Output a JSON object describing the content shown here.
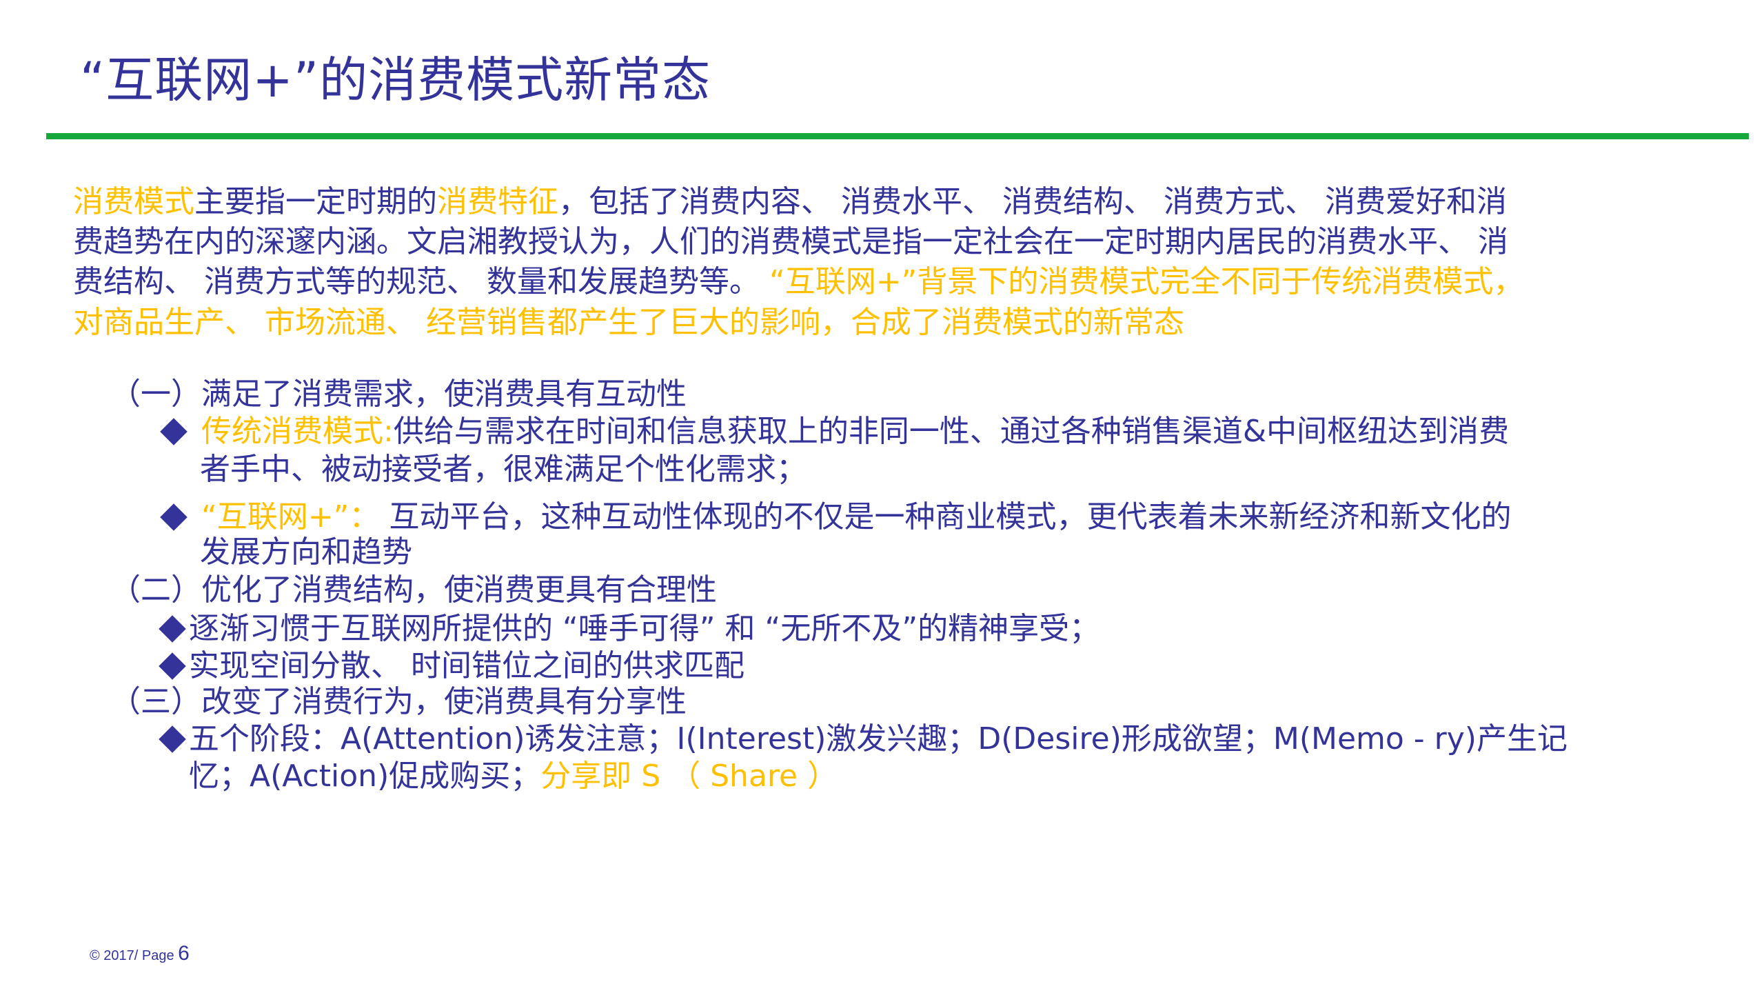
{
  "slide": {
    "title": "“互联网+”的消费模式新常态",
    "colors": {
      "primary": "#333399",
      "accent": "#ffc000",
      "rule": "#16a83c",
      "background": "#ffffff"
    },
    "intro": {
      "lines": [
        [
          {
            "text": "消费模式",
            "tone": "gold"
          },
          {
            "text": "主要指一定时期的",
            "tone": "navy"
          },
          {
            "text": "消费特征",
            "tone": "gold"
          },
          {
            "text": "，包括了消费内容、 消费水平、 消费结构、 消费方式、 消费爱好和消",
            "tone": "navy"
          }
        ],
        [
          {
            "text": "费趋势在内的深邃内涵。文启湘教授认为，人们的消费模式是指一定社会在一定时期内居民的消费水平、 消",
            "tone": "navy"
          }
        ],
        [
          {
            "text": "费结构、 消费方式等的规范、 数量和发展趋势等。 ",
            "tone": "navy"
          },
          {
            "text": "“互联网+”背景下的消费模式完全不同于传统消费模式，",
            "tone": "gold"
          }
        ],
        [
          {
            "text": "对商品生产、 市场流通、 经营销售都产生了巨大的影响，合成了消费模式的新常态",
            "tone": "gold"
          }
        ]
      ]
    },
    "sections": [
      {
        "heading": "（一）满足了消费需求，使消费具有互动性",
        "bullets": [
          {
            "lines": [
              [
                {
                  "text": " 传统消费模式:",
                  "tone": "gold"
                },
                {
                  "text": "供给与需求在时间和信息获取上的非同一性、通过各种销售渠道&中间枢纽达到消费",
                  "tone": "navy"
                }
              ],
              [
                {
                  "text": "者手中、被动接受者，很难满足个性化需求；",
                  "tone": "navy"
                }
              ]
            ]
          },
          {
            "lines": [
              [
                {
                  "text": " “互联网+”：",
                  "tone": "gold"
                },
                {
                  "text": " 互动平台，这种互动性体现的不仅是一种商业模式，更代表着未来新经济和新文化的",
                  "tone": "navy"
                }
              ],
              [
                {
                  "text": "发展方向和趋势",
                  "tone": "navy"
                }
              ]
            ]
          }
        ]
      },
      {
        "heading": "（二）优化了消费结构，使消费更具有合理性",
        "bullets": [
          {
            "lines": [
              [
                {
                  "text": "逐渐习惯于互联网所提供的 “唾手可得” 和 “无所不及”的精神享受；",
                  "tone": "navy"
                }
              ]
            ]
          },
          {
            "lines": [
              [
                {
                  "text": "实现空间分散、 时间错位之间的供求匹配",
                  "tone": "navy"
                }
              ]
            ]
          }
        ]
      },
      {
        "heading": "（三）改变了消费行为，使消费具有分享性",
        "bullets": [
          {
            "lines": [
              [
                {
                  "text": "五个阶段：A(Attention)诱发注意；I(Interest)激发兴趣；D(Desire)形成欲望；M(Memo - ry)产生记",
                  "tone": "navy"
                }
              ],
              [
                {
                  "text": "忆；A(Action)促成购买；",
                  "tone": "navy"
                },
                {
                  "text": "分享即 S （ Share ）",
                  "tone": "gold"
                }
              ]
            ]
          }
        ]
      }
    ],
    "footer": {
      "copyright": "© 2017/ Page ",
      "page_number": "6"
    },
    "icons": {
      "bullet": "diamond-bullet-icon"
    }
  }
}
